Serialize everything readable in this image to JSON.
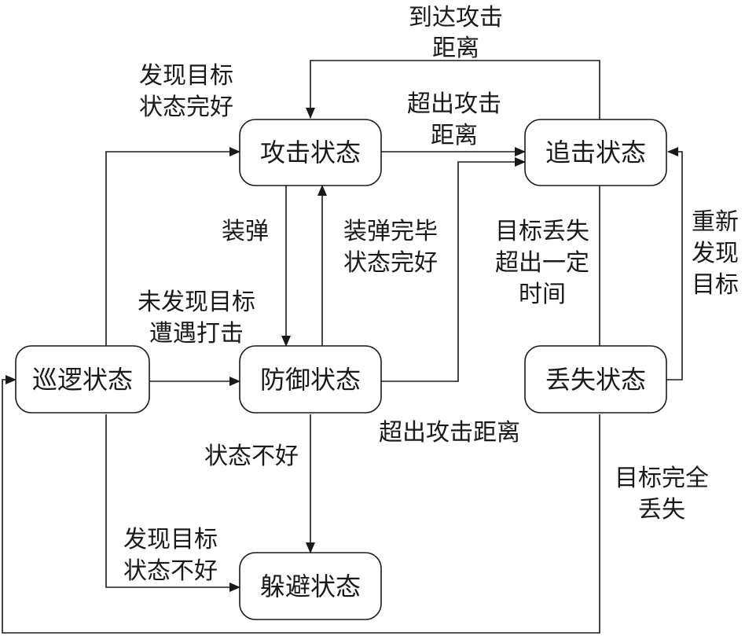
{
  "nodes": {
    "attack": "攻击状态",
    "chase": "追击状态",
    "patrol": "巡逻状态",
    "defense": "防御状态",
    "lost": "丢失状态",
    "evade": "躲避状态"
  },
  "labels": {
    "reach_attack_distance": [
      "到达攻击",
      "距离"
    ],
    "found_target_good": [
      "发现目标",
      "状态完好"
    ],
    "exceed_attack_distance_top": [
      "超出攻击",
      "距离"
    ],
    "reload": "装弹",
    "reload_done": [
      "装弹完毕",
      "状态完好"
    ],
    "target_lost_timeout": [
      "目标丢失",
      "超出一定",
      "时间"
    ],
    "refound_target": [
      "重新",
      "发现",
      "目标"
    ],
    "no_target_attacked": [
      "未发现目标",
      "遭遇打击"
    ],
    "exceed_attack_distance_bottom": "超出攻击距离",
    "state_bad": "状态不好",
    "target_completely_lost": [
      "目标完全",
      "丢失"
    ],
    "found_target_bad": [
      "发现目标",
      "状态不好"
    ]
  },
  "colors": {
    "stroke": "#1a1a1a",
    "background": "#ffffff"
  }
}
